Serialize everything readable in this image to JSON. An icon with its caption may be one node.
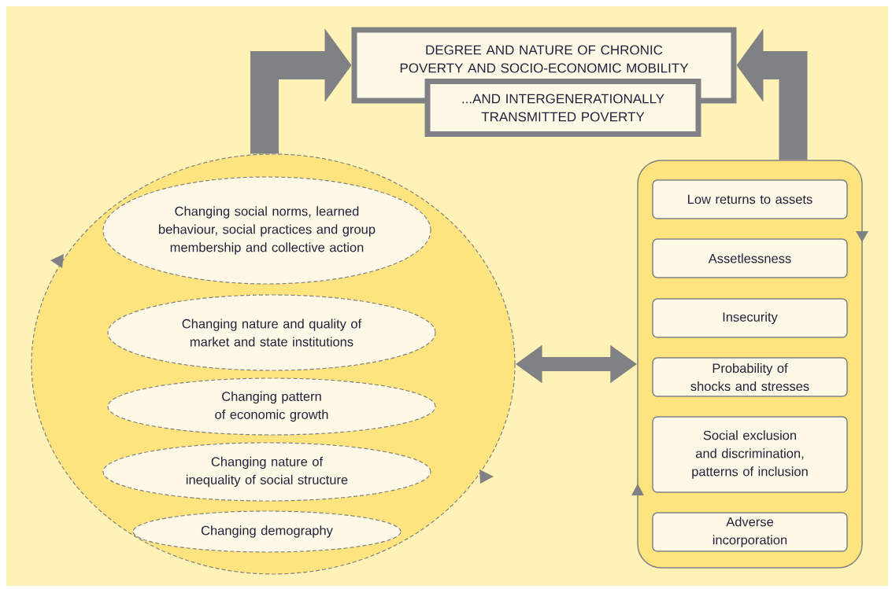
{
  "diagram": {
    "nodes": [
      {
        "text": [
          "DEGREE AND NATURE OF CHRONIC POVERTY AND SOCIO-ECONOMIC MOBILITY"
        ]
      },
      {
        "text": [
          "...AND INTERGENERATIONALLY TRANSMITTED POVERTY"
        ]
      },
      {
        "text": [],
        "shape": "circle"
      },
      {
        "text": [
          "Changing social norms, learned behaviour, social practices and group membership and collective action"
        ],
        "in": 2
      },
      {
        "text": [
          "Changing nature and quality of market and state institutions"
        ],
        "in": 2
      },
      {
        "text": [
          "Changing pattern of economic growth"
        ],
        "in": 2
      },
      {
        "text": [
          "Changing nature of inequality of social structure"
        ],
        "in": 2
      },
      {
        "text": [
          "Changing demography"
        ],
        "in": 2
      },
      {
        "text": [],
        "shape": "box"
      },
      {
        "text": [
          "Low returns to assets"
        ],
        "in": 8
      },
      {
        "text": [
          "Assetlessness"
        ],
        "in": 8
      },
      {
        "text": [
          "Insecurity"
        ],
        "in": 8
      },
      {
        "text": [
          "Probability of shocks and stresses"
        ],
        "in": 8
      },
      {
        "text": [
          "Social exclusion and discrimination, patterns of inclusion"
        ],
        "in": 8
      },
      {
        "text": [
          "Adverse incorporation"
        ],
        "in": 8
      }
    ],
    "edges": [
      {
        "from": 2,
        "to": 0,
        "arrow": "to"
      },
      {
        "from": 8,
        "to": 0,
        "arrow": "to"
      },
      {
        "from": 2,
        "to": 8,
        "arrow": "both"
      }
    ]
  }
}
